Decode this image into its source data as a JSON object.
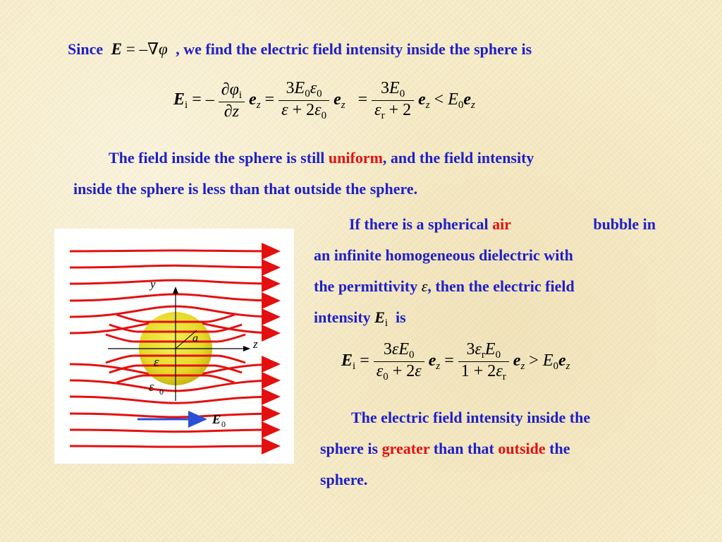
{
  "intro": {
    "since": "Since",
    "rest": ", we find the electric field intensity inside the sphere is"
  },
  "para1": {
    "part1": "The field inside the sphere is still ",
    "uniform": "uniform",
    "part2": ", and the field intensity",
    "line2": "inside the sphere is less than that outside the sphere."
  },
  "para2": {
    "line1a": "If there is a spherical ",
    "air": "air",
    "line1b": " bubble in",
    "line2": "an infinite homogeneous dielectric with",
    "line3a": "the permittivity ",
    "eps": "ε",
    "line3b": ", then the electric field",
    "line4": "intensity ",
    "is": "is"
  },
  "para3": {
    "line1": "The electric field intensity inside the",
    "line2a": "sphere is ",
    "greater": "greater",
    "line2b": " than that ",
    "outside": "outside",
    "line2c": " the",
    "line3": "sphere."
  },
  "diagram": {
    "y_label": "y",
    "z_label": "z",
    "a_label": "a",
    "eps_label": "ε",
    "eps0_label": "ε",
    "eps0_sub": "0",
    "E0_label": "E",
    "E0_sub": "0"
  },
  "colors": {
    "text_blue": "#1f1fc7",
    "accent_red": "#e41010",
    "sphere": "#e8dd2a",
    "field_line": "#e41010",
    "arrow": "#2b4fd6"
  }
}
